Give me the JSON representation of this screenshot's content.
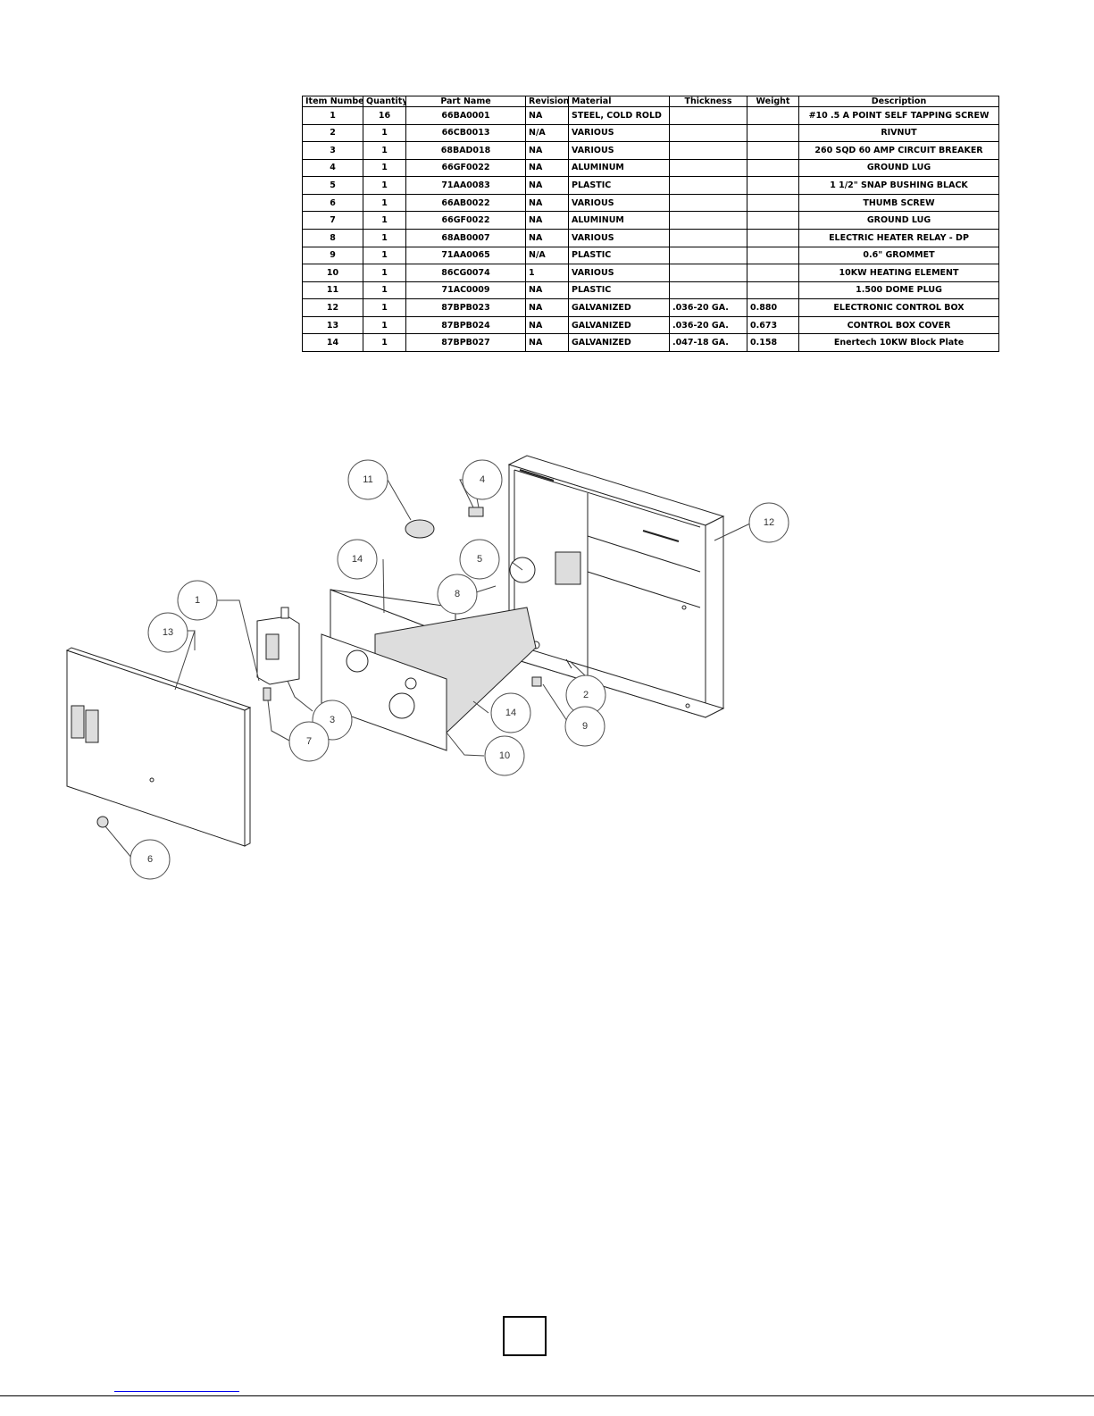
{
  "table": {
    "headers": [
      "Item Number",
      "Quantity",
      "Part Name",
      "Revision",
      "Material",
      "Thickness",
      "Weight",
      "Description"
    ],
    "rows": [
      [
        "1",
        "16",
        "66BA0001",
        "NA",
        "STEEL, COLD ROLD",
        "",
        "",
        "#10 .5 A POINT SELF TAPPING SCREW"
      ],
      [
        "2",
        "1",
        "66CB0013",
        "N/A",
        "VARIOUS",
        "",
        "",
        "RIVNUT"
      ],
      [
        "3",
        "1",
        "68BAD018",
        "NA",
        "VARIOUS",
        "",
        "",
        "260 SQD 60 AMP CIRCUIT BREAKER"
      ],
      [
        "4",
        "1",
        "66GF0022",
        "NA",
        "ALUMINUM",
        "",
        "",
        "GROUND LUG"
      ],
      [
        "5",
        "1",
        "71AA0083",
        "NA",
        "PLASTIC",
        "",
        "",
        "1 1/2\" SNAP BUSHING BLACK"
      ],
      [
        "6",
        "1",
        "66AB0022",
        "NA",
        "VARIOUS",
        "",
        "",
        "THUMB SCREW"
      ],
      [
        "7",
        "1",
        "66GF0022",
        "NA",
        "ALUMINUM",
        "",
        "",
        "GROUND LUG"
      ],
      [
        "8",
        "1",
        "68AB0007",
        "NA",
        "VARIOUS",
        "",
        "",
        "ELECTRIC HEATER RELAY - DP"
      ],
      [
        "9",
        "1",
        "71AA0065",
        "N/A",
        "PLASTIC",
        "",
        "",
        "0.6\" GROMMET"
      ],
      [
        "10",
        "1",
        "86CG0074",
        "1",
        "VARIOUS",
        "",
        "",
        "10KW HEATING ELEMENT"
      ],
      [
        "11",
        "1",
        "71AC0009",
        "NA",
        "PLASTIC",
        "",
        "",
        "1.500 DOME PLUG"
      ],
      [
        "12",
        "1",
        "87BPB023",
        "NA",
        "GALVANIZED",
        ".036-20 GA.",
        "0.880",
        "ELECTRONIC CONTROL BOX"
      ],
      [
        "13",
        "1",
        "87BPB024",
        "NA",
        "GALVANIZED",
        ".036-20 GA.",
        "0.673",
        "CONTROL BOX COVER"
      ],
      [
        "14",
        "1",
        "87BPB027",
        "NA",
        "GALVANIZED",
        ".047-18 GA.",
        "0.158",
        "Enertech 10KW Block Plate"
      ]
    ]
  },
  "callouts": {
    "c1": "1",
    "c2": "2",
    "c3": "3",
    "c4": "4",
    "c5": "5",
    "c6": "6",
    "c7": "7",
    "c8": "8",
    "c9": "9",
    "c10": "10",
    "c11": "11",
    "c12": "12",
    "c13": "13",
    "c14a": "14",
    "c14b": "14"
  },
  "page": {
    "number": ""
  }
}
